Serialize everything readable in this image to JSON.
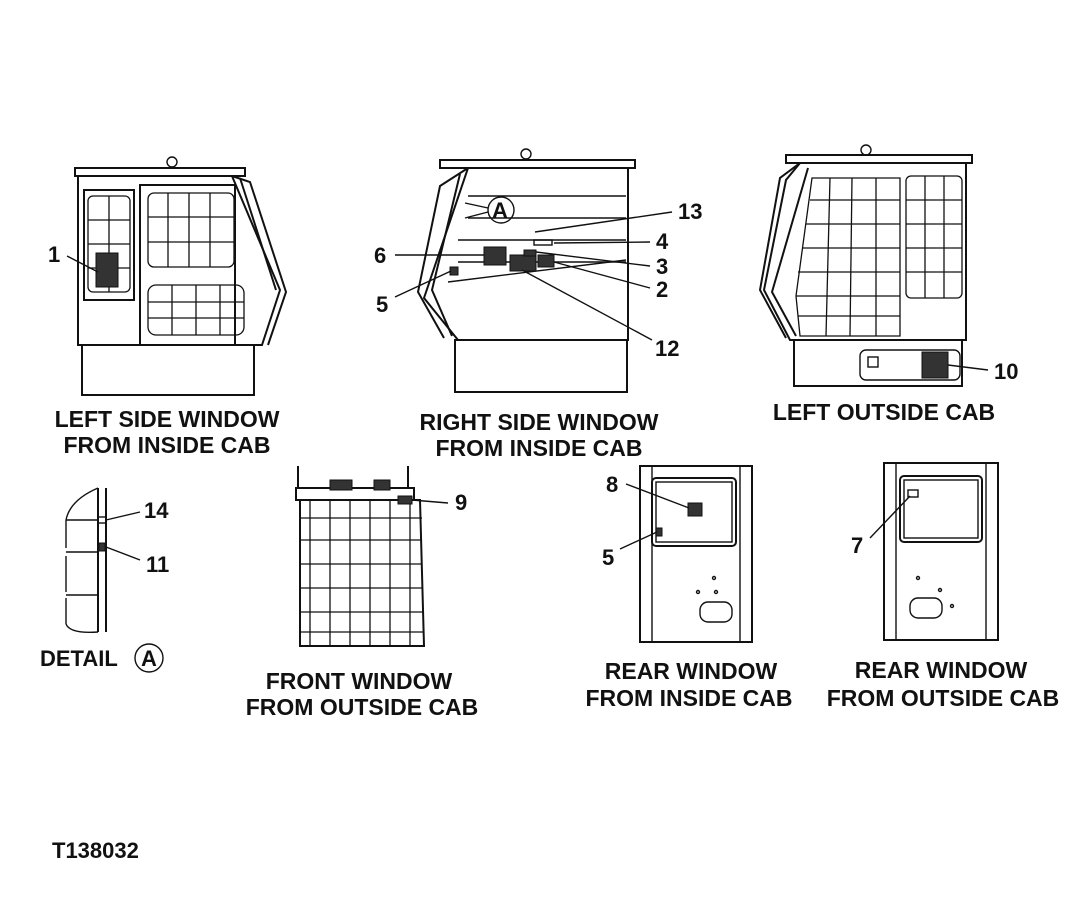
{
  "figure_id": "T138032",
  "captions": {
    "left_side_window": [
      "LEFT SIDE WINDOW",
      "FROM INSIDE CAB"
    ],
    "right_side_window": [
      "RIGHT SIDE WINDOW",
      "FROM INSIDE CAB"
    ],
    "left_outside_cab": [
      "LEFT OUTSIDE CAB"
    ],
    "detail": "DETAIL",
    "detail_letter": "A",
    "front_window": [
      "FRONT WINDOW",
      "FROM OUTSIDE CAB"
    ],
    "rear_window_inside": [
      "REAR WINDOW",
      "FROM INSIDE CAB"
    ],
    "rear_window_outside": [
      "REAR WINDOW",
      "FROM OUTSIDE CAB"
    ]
  },
  "callouts": {
    "c1": "1",
    "c2": "2",
    "c3": "3",
    "c4": "4",
    "c5_right": "5",
    "c5_rear": "5",
    "c6": "6",
    "c7": "7",
    "c8": "8",
    "c9": "9",
    "c10": "10",
    "c11": "11",
    "c12": "12",
    "c13": "13",
    "c14": "14",
    "detail_ref": "A"
  }
}
